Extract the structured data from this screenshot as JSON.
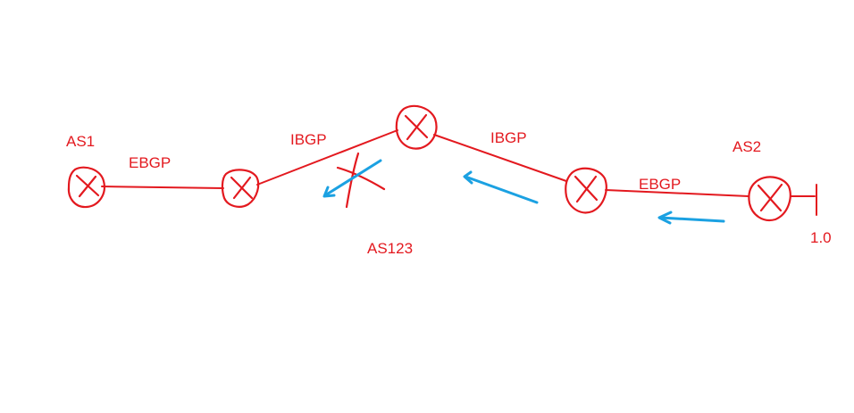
{
  "colors": {
    "link": "#e3191f",
    "router": "#e3191f",
    "arrow": "#1ba1e2",
    "label": "#e3191f"
  },
  "labels": {
    "as1": "AS1",
    "as2": "AS2",
    "as123": "AS123",
    "ebgp_left": "EBGP",
    "ibgp_left": "IBGP",
    "ibgp_right": "IBGP",
    "ebgp_right": "EBGP",
    "prefix": "1.0"
  },
  "routers": [
    {
      "id": "r-as1"
    },
    {
      "id": "r-as123-left"
    },
    {
      "id": "r-as123-top"
    },
    {
      "id": "r-as123-right"
    },
    {
      "id": "r-as2"
    }
  ],
  "links": [
    {
      "id": "ebgp-as1-as123"
    },
    {
      "id": "ibgp-left"
    },
    {
      "id": "ibgp-right"
    },
    {
      "id": "ebgp-as123-as2"
    }
  ]
}
